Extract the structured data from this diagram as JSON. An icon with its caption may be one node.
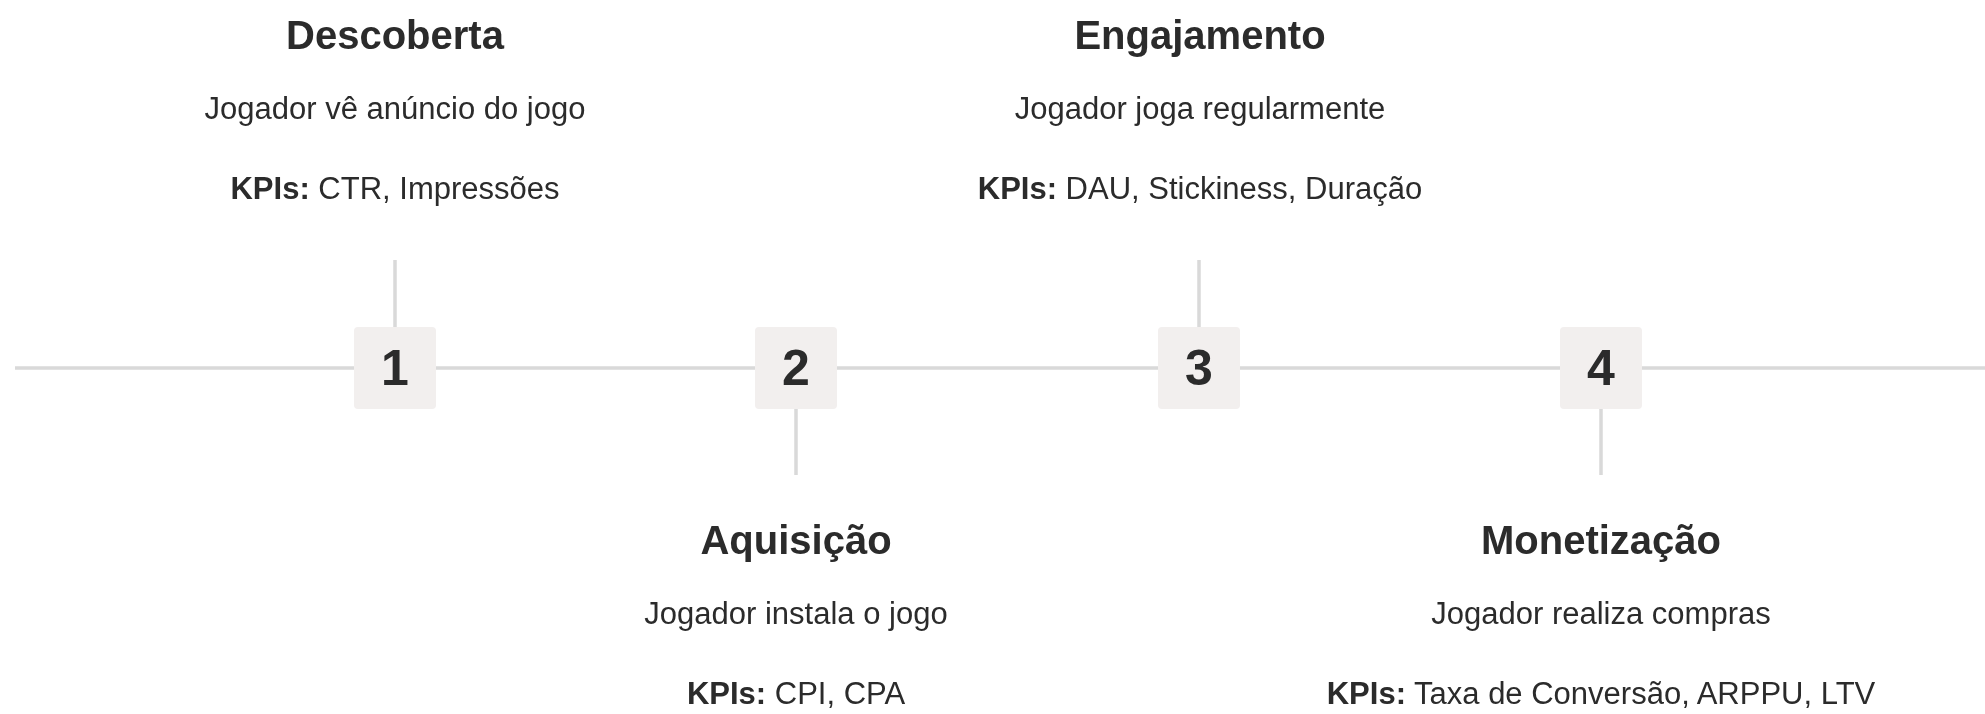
{
  "diagram": {
    "nodes": [
      {
        "text": [
          "Descoberta",
          "Jogador vê anúncio do jogo",
          "**KPIs:** CTR, Impressões"
        ]
      },
      {
        "text": [
          "Engajamento",
          "Jogador joga regularmente",
          "**KPIs:** DAU, Stickiness, Duração"
        ]
      },
      {
        "text": [
          "1"
        ]
      },
      {
        "text": [
          "2"
        ]
      },
      {
        "text": [
          "3"
        ]
      },
      {
        "text": [
          "4"
        ]
      },
      {
        "text": [
          "Aquisição",
          "Jogador instala o jogo",
          "**KPIs:** CPI, CPA"
        ]
      },
      {
        "text": [
          "Monetização",
          "Jogador realiza compras",
          "**KPIs:** Taxa de Conversão, ARPPU, LTV"
        ]
      }
    ],
    "edges": [
      {
        "from": null,
        "to": 2,
        "arrow": "none"
      },
      {
        "from": 2,
        "to": 3,
        "arrow": "none"
      },
      {
        "from": 3,
        "to": 4,
        "arrow": "none"
      },
      {
        "from": 4,
        "to": 5,
        "arrow": "none"
      },
      {
        "from": 5,
        "to": null,
        "arrow": "none"
      },
      {
        "from": 0,
        "to": 2,
        "arrow": "none"
      },
      {
        "from": 1,
        "to": 4,
        "arrow": "none"
      },
      {
        "from": 3,
        "to": 6,
        "arrow": "none"
      },
      {
        "from": 5,
        "to": 7,
        "arrow": "none"
      }
    ]
  }
}
